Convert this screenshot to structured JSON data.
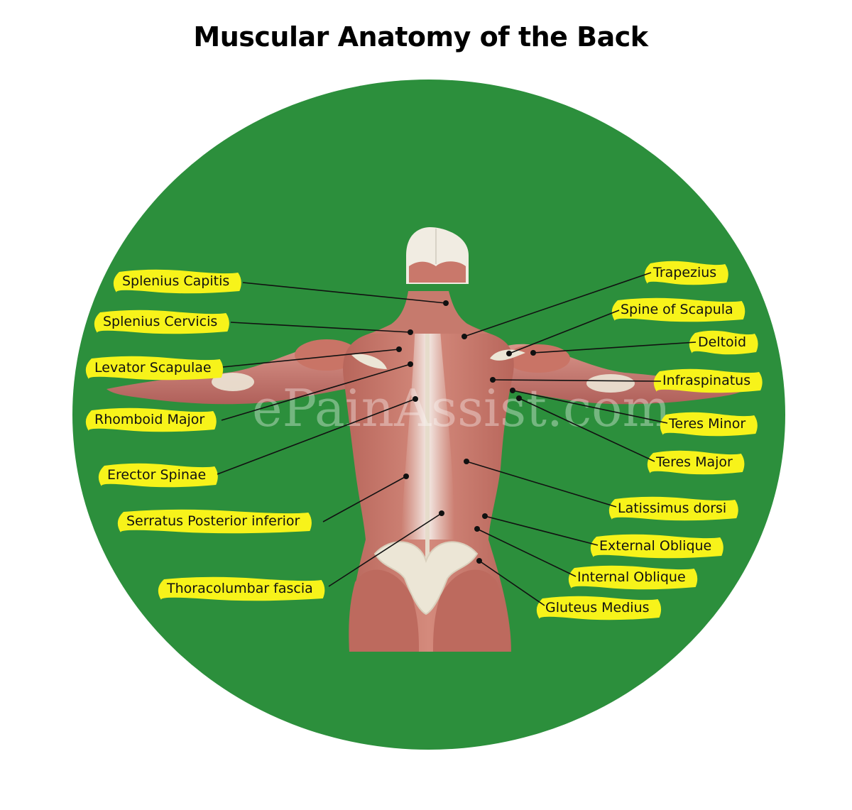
{
  "title": "Muscular Anatomy of the Back",
  "watermark": "ePainAssist.com",
  "colors": {
    "background": "#ffffff",
    "circle": "#2c8f3c",
    "highlight": "#f7f31a",
    "muscle": "#c9786b",
    "muscle_dark": "#a85a50",
    "bone": "#ece6d6",
    "leader": "#111111"
  },
  "labels": {
    "left": [
      {
        "id": "splenius-capitis",
        "text": "Splenius Capitis"
      },
      {
        "id": "splenius-cervicis",
        "text": "Splenius Cervicis"
      },
      {
        "id": "levator-scapulae",
        "text": "Levator Scapulae"
      },
      {
        "id": "rhomboid-major",
        "text": "Rhomboid Major"
      },
      {
        "id": "erector-spinae",
        "text": "Erector Spinae"
      },
      {
        "id": "serratus-posterior-inferior",
        "text": "Serratus Posterior inferior"
      },
      {
        "id": "thoracolumbar-fascia",
        "text": "Thoracolumbar fascia"
      }
    ],
    "right": [
      {
        "id": "trapezius",
        "text": "Trapezius"
      },
      {
        "id": "spine-of-scapula",
        "text": "Spine of Scapula"
      },
      {
        "id": "deltoid",
        "text": "Deltoid"
      },
      {
        "id": "infraspinatus",
        "text": "Infraspinatus"
      },
      {
        "id": "teres-minor",
        "text": "Teres Minor"
      },
      {
        "id": "teres-major",
        "text": "Teres Major"
      },
      {
        "id": "latissimus-dorsi",
        "text": "Latissimus dorsi"
      },
      {
        "id": "external-oblique",
        "text": "External Oblique"
      },
      {
        "id": "internal-oblique",
        "text": "Internal Oblique"
      },
      {
        "id": "gluteus-medius",
        "text": "Gluteus Medius"
      }
    ]
  }
}
